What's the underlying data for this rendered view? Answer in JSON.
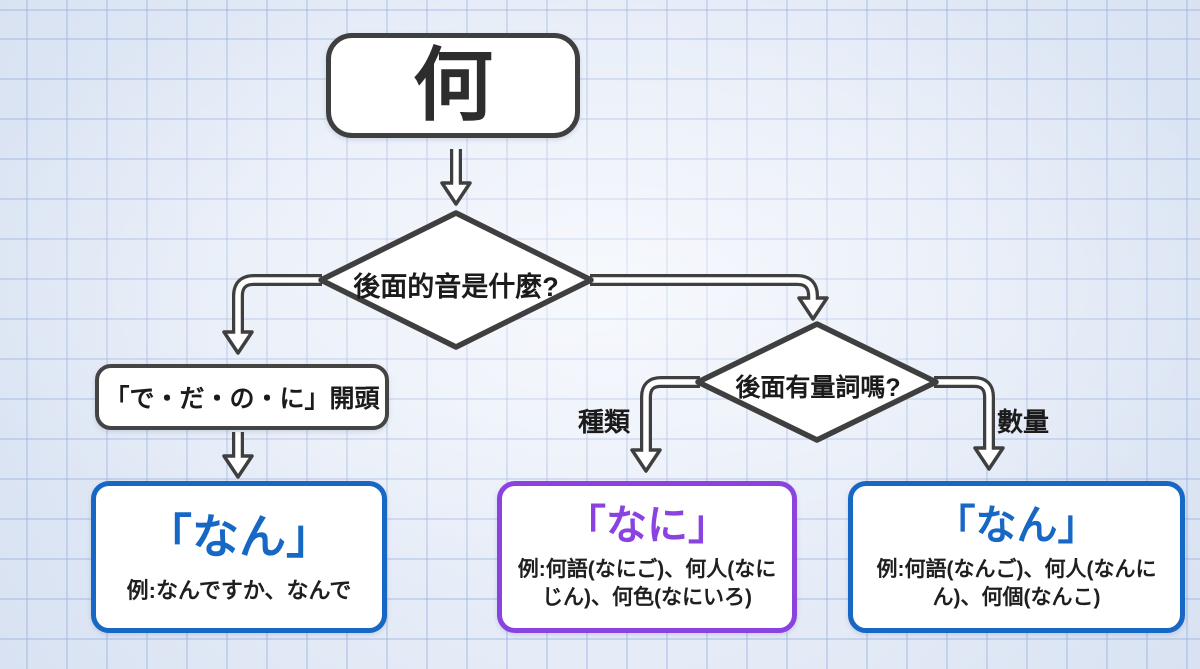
{
  "colors": {
    "outline": "#3f3f3f",
    "blue_accent": "#1767c5",
    "purple_accent": "#8a42e0",
    "background": "#e7edf8",
    "grid_line": "#9cb0de"
  },
  "flowchart": {
    "root": {
      "label": "何"
    },
    "decision_sound": {
      "label": "後面的音是什麼?"
    },
    "rule_de_da": {
      "label": "「で・だ・の・に」開頭"
    },
    "result_nan_plain": {
      "title": "「なん」",
      "example": "例:なんですか、なんで",
      "accent": "#1767c5"
    },
    "decision_counter": {
      "label": "後面有量詞嗎?"
    },
    "branch_labels": {
      "type": "種類",
      "quantity": "數量"
    },
    "result_nani": {
      "title": "「なに」",
      "example": "例:何語(なにご)、何人(なにじん)、何色(なにいろ)",
      "accent": "#8a42e0"
    },
    "result_nan_counter": {
      "title": "「なん」",
      "example": "例:何語(なんご)、何人(なんにん)、何個(なんこ)",
      "accent": "#1767c5"
    }
  }
}
